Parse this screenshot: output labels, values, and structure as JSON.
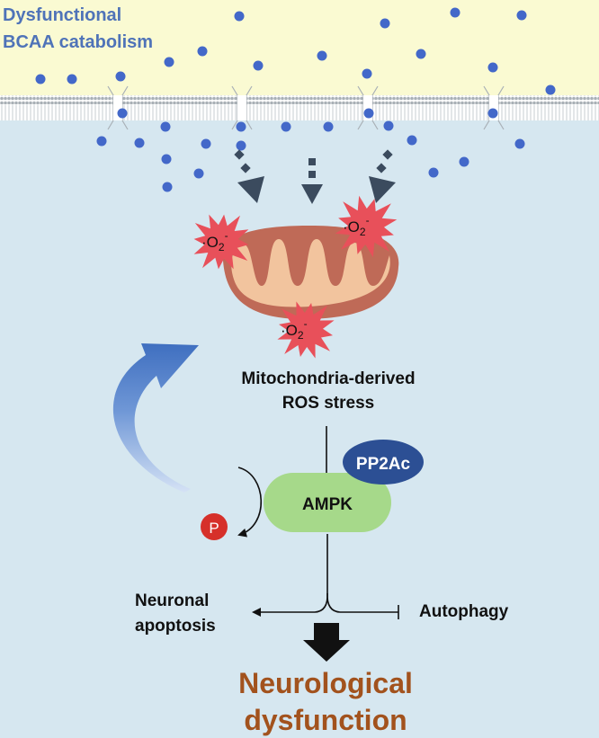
{
  "title": {
    "line1": "Dysfunctional",
    "line2": "BCAA catabolism"
  },
  "superoxide": {
    "main": "·O",
    "sub": "2",
    "sup": "-"
  },
  "mitochondria_label": {
    "line1": "Mitochondria-derived",
    "line2": "ROS stress"
  },
  "pp2ac_label": "PP2Ac",
  "ampk_label": "AMPK",
  "phospho_label": "P",
  "neuronal_apoptosis": {
    "line1": "Neuronal",
    "line2": "apoptosis"
  },
  "autophagy_label": "Autophagy",
  "outcome": {
    "line1": "Neurological",
    "line2": "dysfunction"
  },
  "colors": {
    "extracellular": "#fafad2",
    "cytoplasm": "#d6e7f0",
    "bcaa_dot": "#4368c9",
    "title_text": "#4f73b8",
    "burst": "#e8505a",
    "mito_outer": "#bf6a57",
    "mito_inner": "#f2c49e",
    "ampk": "#a6d98a",
    "pp2ac": "#2c4f94",
    "phospho": "#d6302a",
    "feedback_arrow": "#3f6fc0",
    "outcome_text": "#a2521d"
  }
}
